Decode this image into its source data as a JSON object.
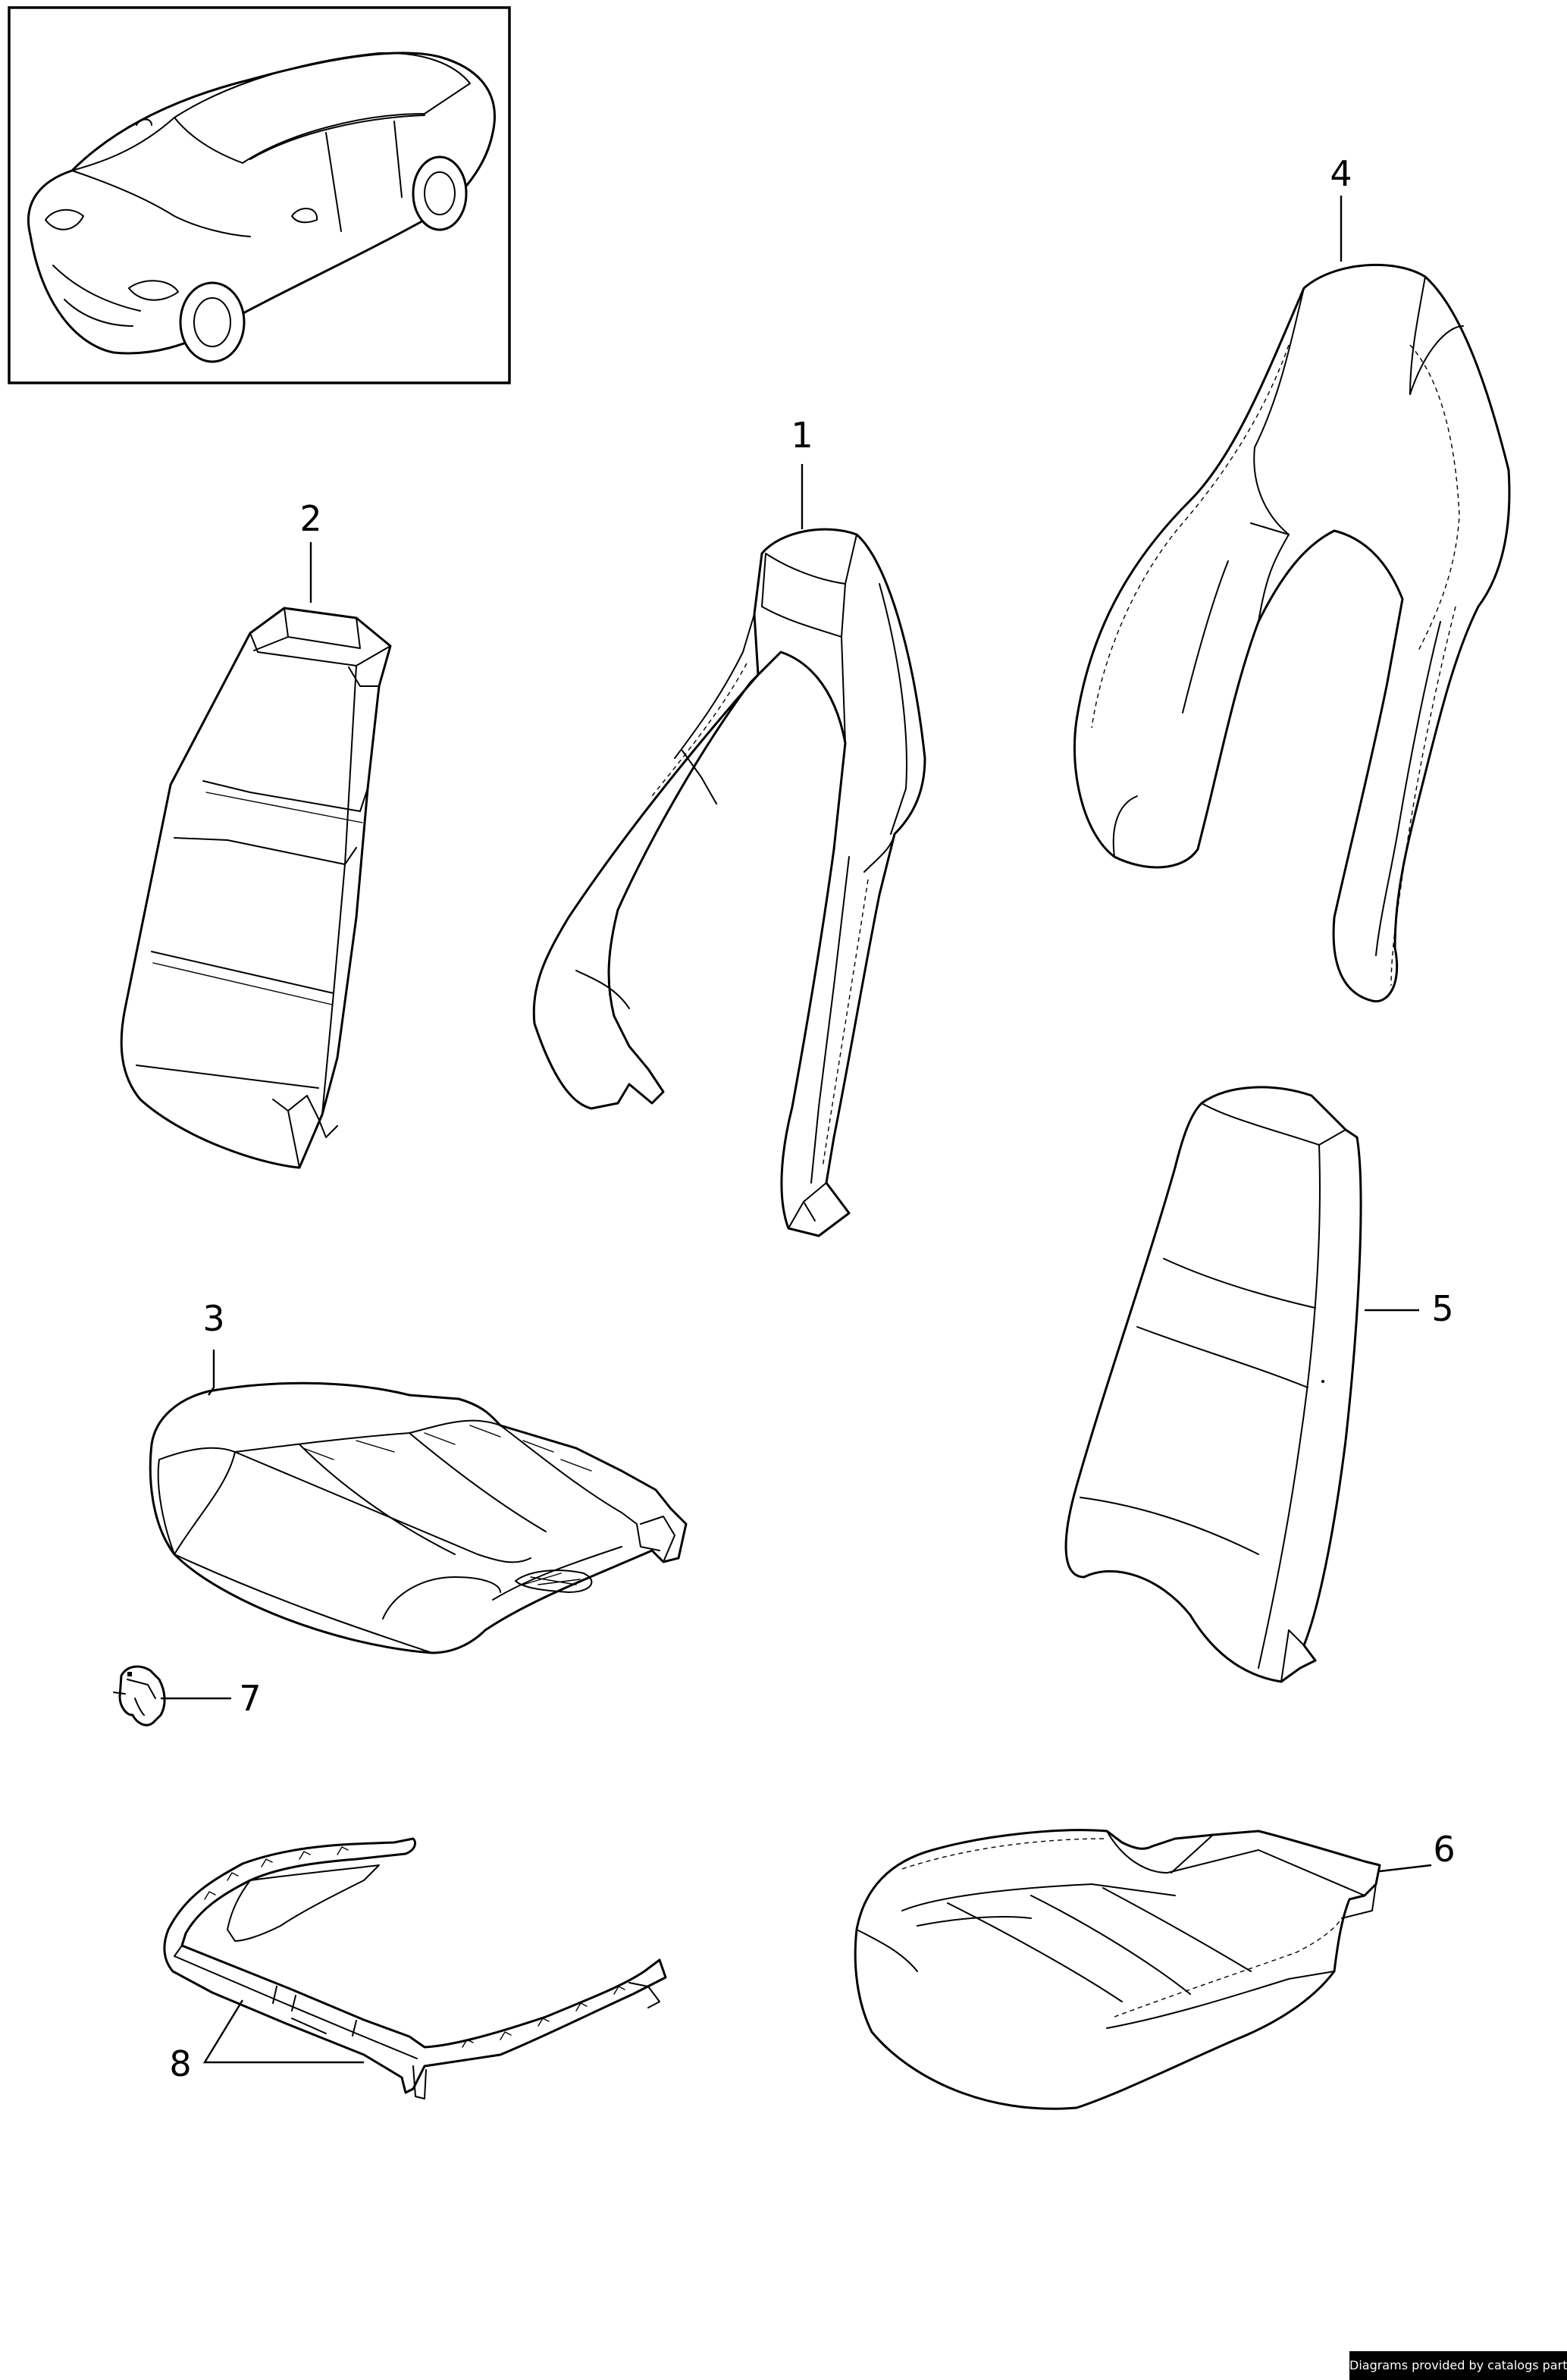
{
  "diagram": {
    "callouts": [
      {
        "id": "1",
        "label": "1"
      },
      {
        "id": "2",
        "label": "2"
      },
      {
        "id": "3",
        "label": "3"
      },
      {
        "id": "4",
        "label": "4"
      },
      {
        "id": "5",
        "label": "5"
      },
      {
        "id": "6",
        "label": "6"
      },
      {
        "id": "7",
        "label": "7"
      },
      {
        "id": "8",
        "label": "8"
      }
    ]
  },
  "footer": {
    "credit": "Diagrams provided by catalogs parts"
  },
  "colors": {
    "line": "#000000",
    "background": "#ffffff",
    "credit_bar": "#000000",
    "credit_text": "#ffffff"
  }
}
